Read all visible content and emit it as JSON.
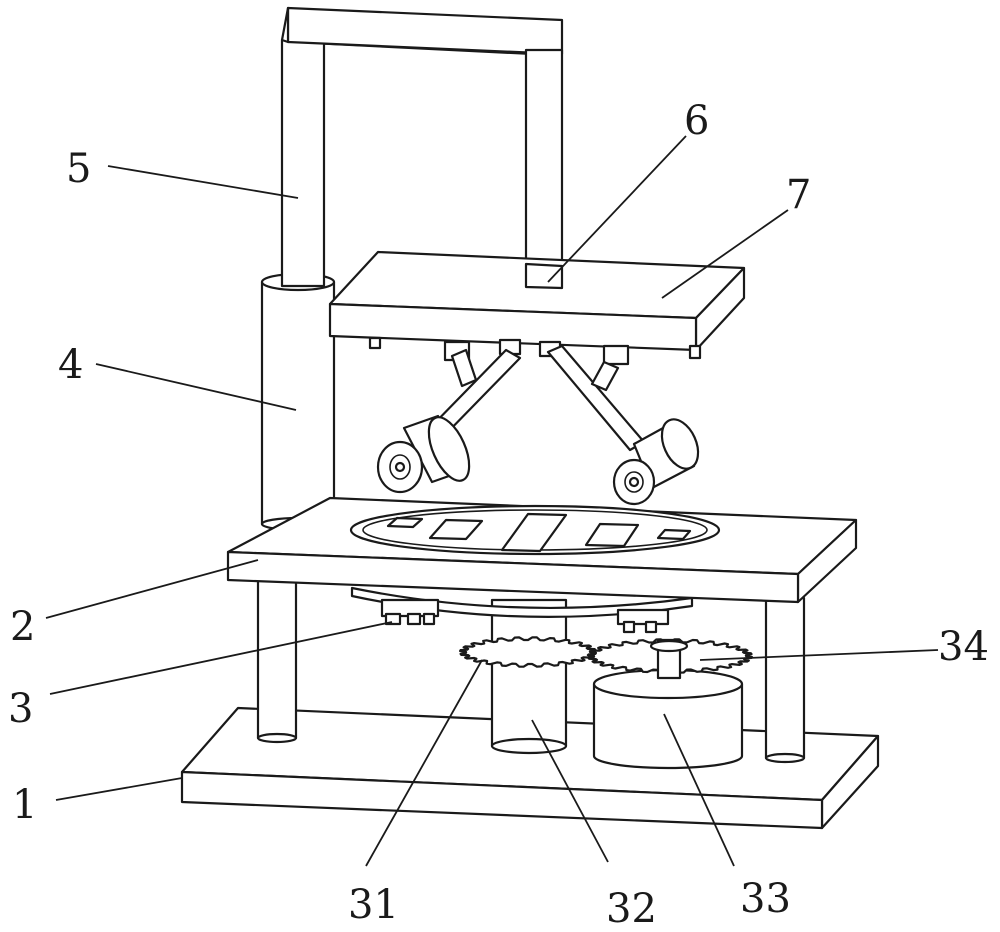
{
  "labels": {
    "base": "1",
    "table": "2",
    "turntable_support": "3",
    "column": "4",
    "frame": "5",
    "frame_joint": "6",
    "press_plate": "7",
    "driven_gear": "31",
    "gear_shaft": "32",
    "motor": "33",
    "drive_gear": "34"
  }
}
